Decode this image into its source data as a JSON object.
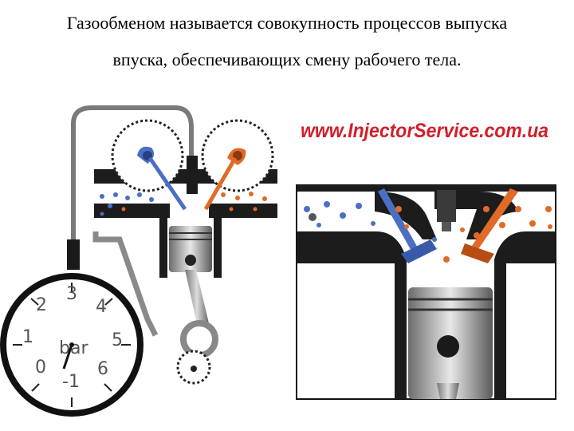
{
  "text": {
    "line1": "Газообменом называется совокупность процессов выпуска",
    "line2": "впуска, обеспечивающих смену рабочего тела."
  },
  "watermark": "www.InjectorService.com.ua",
  "gauge": {
    "unit": "bar",
    "ticks": [
      "-1",
      "0",
      "1",
      "2",
      "3",
      "4",
      "5",
      "6"
    ]
  },
  "colors": {
    "intake": "#4a6fc4",
    "exhaust": "#e06a28",
    "metal": "#8a8a8a",
    "dark": "#1a1a1a",
    "brand": "#d21e2a"
  }
}
